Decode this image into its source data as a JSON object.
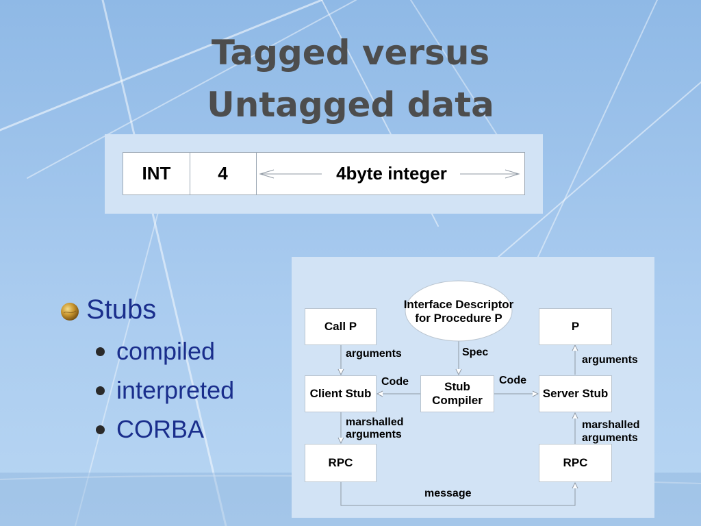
{
  "slide": {
    "title_line_1": "Tagged versus",
    "title_line_2": "Untagged data"
  },
  "tag_table": {
    "cells": [
      "INT",
      "4",
      "4byte integer"
    ]
  },
  "bullets": {
    "main": "Stubs",
    "main_icon": "gold-sphere-bullet-icon",
    "sub": [
      "compiled",
      "interpreted",
      "CORBA"
    ]
  },
  "diagram": {
    "interface_descriptor": "Interface Descriptor for Procedure P",
    "call_p": "Call P",
    "p_box": "P",
    "client_stub": "Client Stub",
    "stub_compiler": "Stub Compiler",
    "server_stub": "Server Stub",
    "rpc_left": "RPC",
    "rpc_right": "RPC",
    "label_arguments_left": "arguments",
    "label_spec": "Spec",
    "label_arguments_right": "arguments",
    "label_code_left": "Code",
    "label_code_right": "Code",
    "label_marshalled_left": "marshalled arguments",
    "label_marshalled_right": "marshalled arguments",
    "label_message": "message"
  },
  "colors": {
    "title": "#4d4d4d",
    "bullet_text": "#1a2e8c",
    "panel": "#d2e3f5"
  }
}
